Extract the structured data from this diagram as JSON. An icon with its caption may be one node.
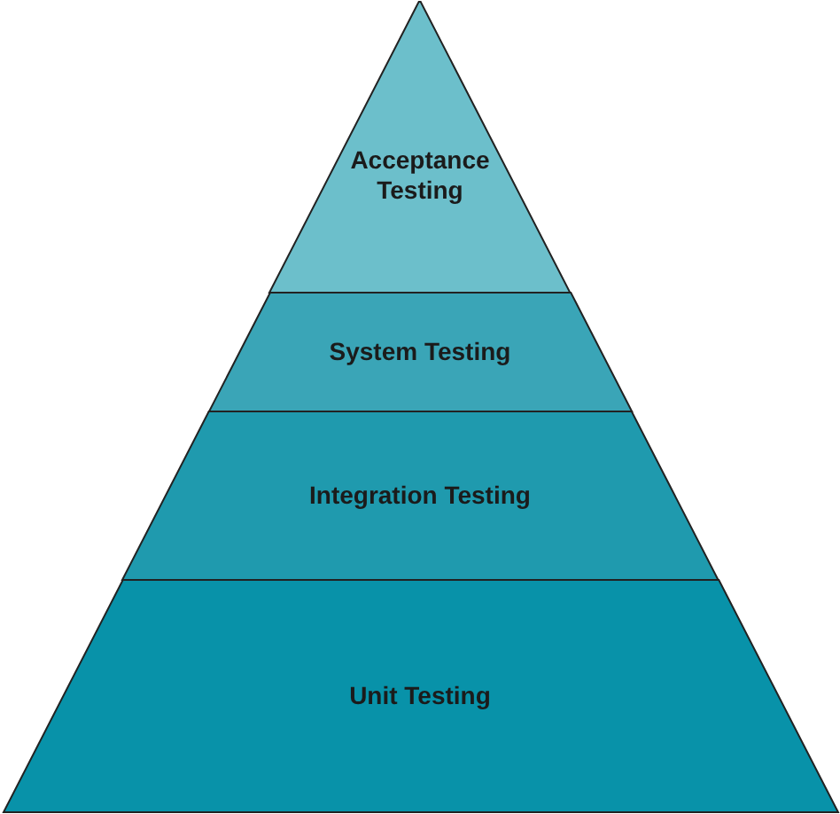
{
  "diagram": {
    "nodes": [
      {
        "text": [
          "Acceptance Testing"
        ]
      },
      {
        "text": [
          "System Testing"
        ]
      },
      {
        "text": [
          "Integration Testing"
        ]
      },
      {
        "text": [
          "Unit Testing"
        ]
      }
    ]
  }
}
